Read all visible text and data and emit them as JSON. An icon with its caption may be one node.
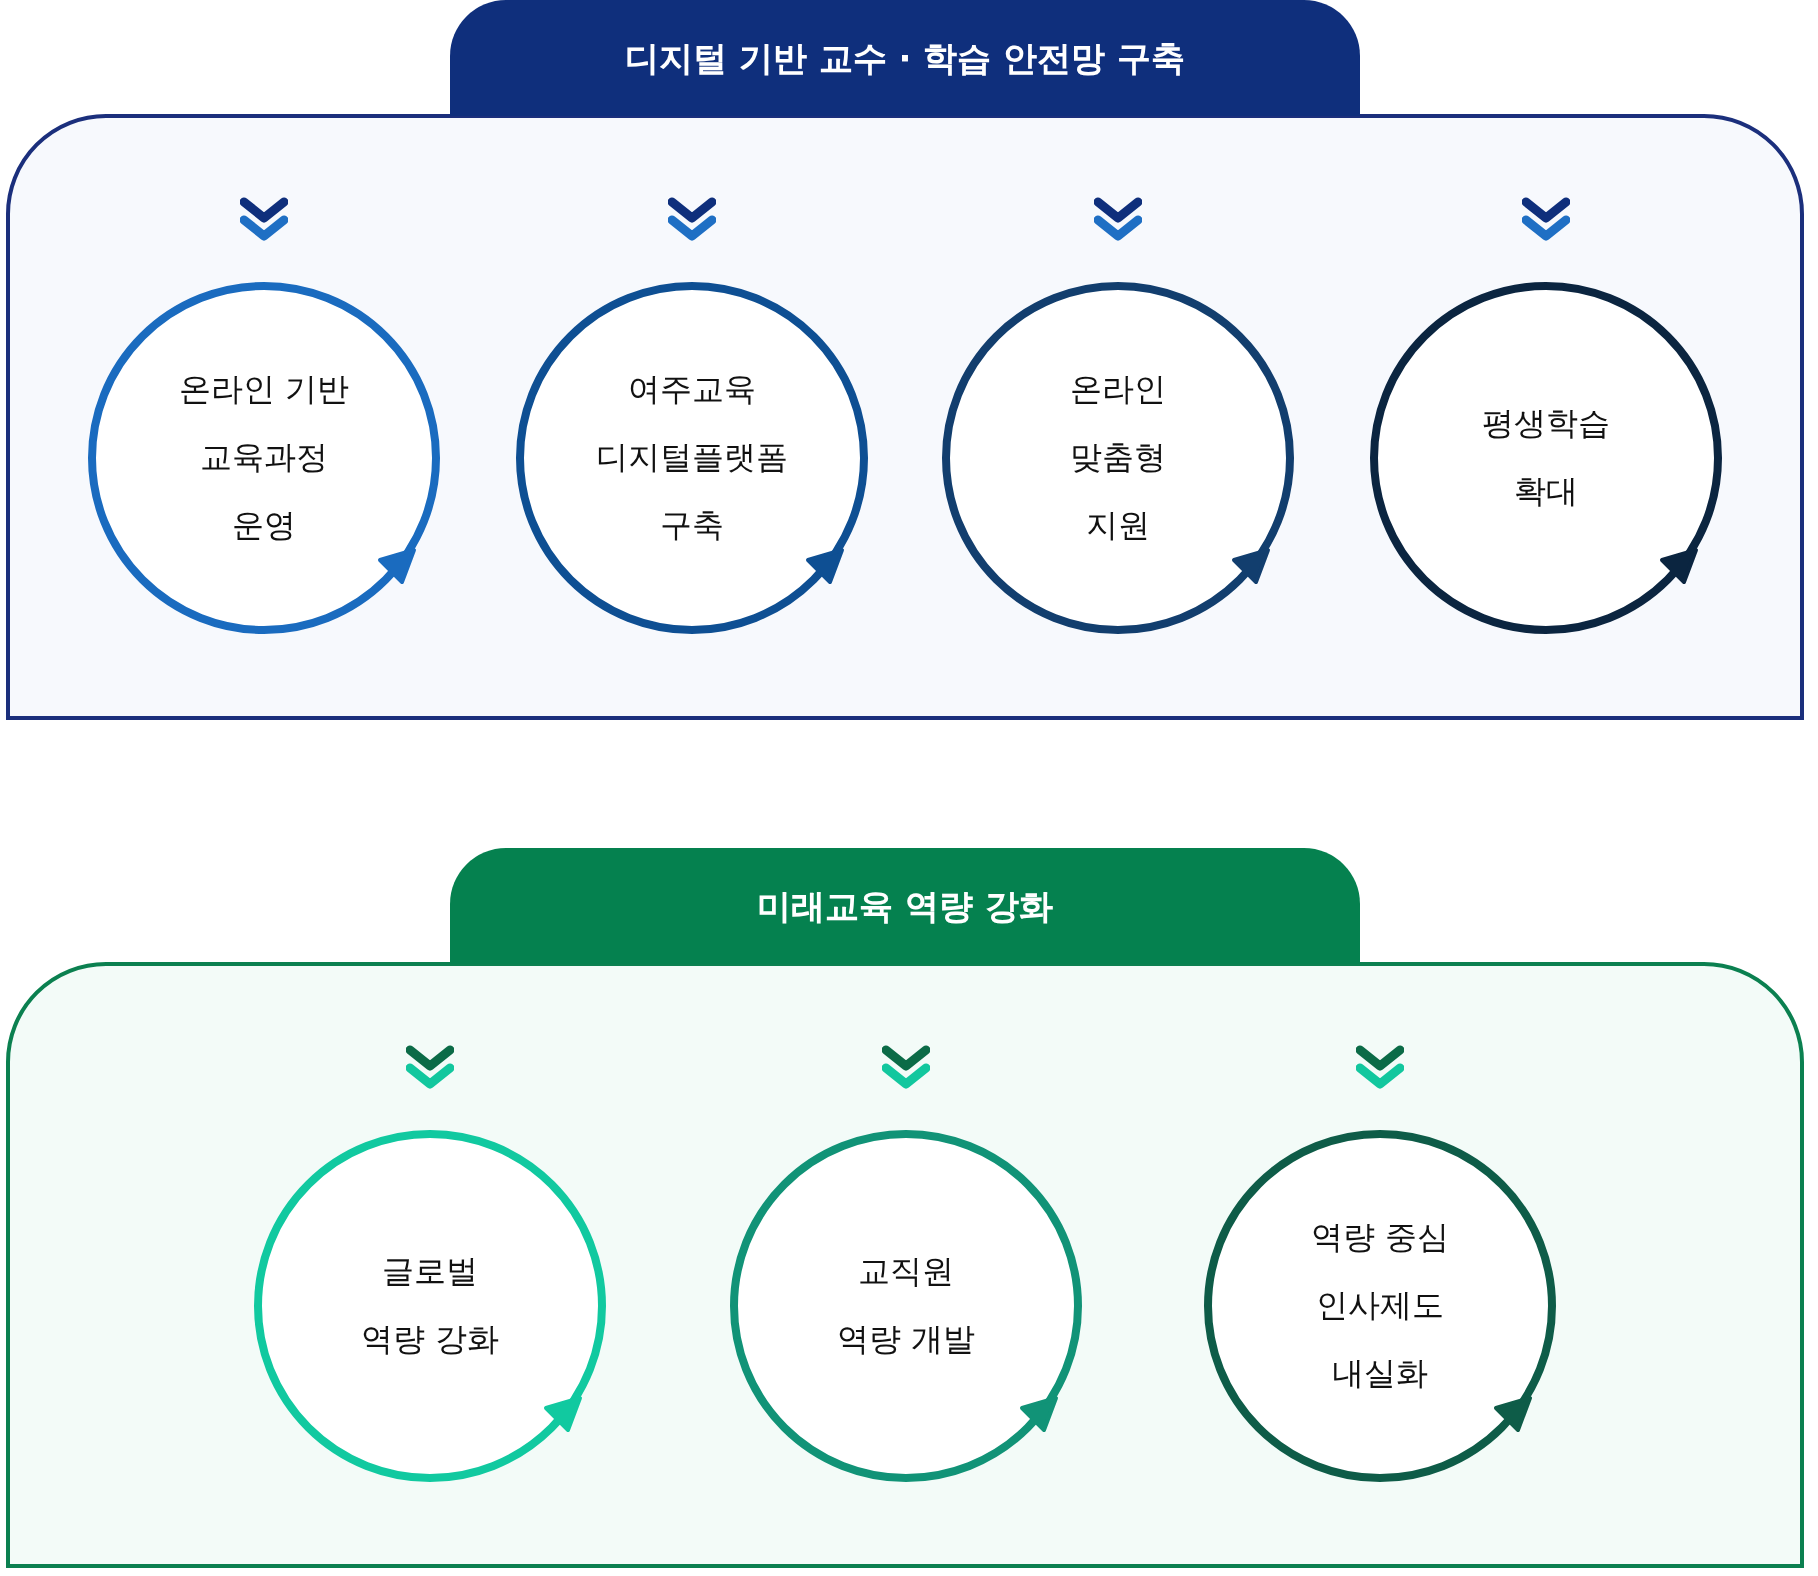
{
  "diagram": {
    "nodes": [
      {
        "text": [
          "디지털 기반 교수 · 학습 안전망 구축"
        ]
      },
      {
        "text": [
          "온라인 기반 교육과정 운영"
        ],
        "in": 0
      },
      {
        "text": [
          "여주교육 디지털플랫폼 구축"
        ],
        "in": 0
      },
      {
        "text": [
          "온라인 맞춤형 지원"
        ],
        "in": 0
      },
      {
        "text": [
          "평생학습 확대"
        ],
        "in": 0
      },
      {
        "text": [
          "미래교육 역량 강화"
        ]
      },
      {
        "text": [
          "글로벌 역량 강화"
        ],
        "in": 5
      },
      {
        "text": [
          "교직원 역량 개발"
        ],
        "in": 5
      },
      {
        "text": [
          "역량 중심 인사제도 내실화"
        ],
        "in": 5
      }
    ]
  }
}
